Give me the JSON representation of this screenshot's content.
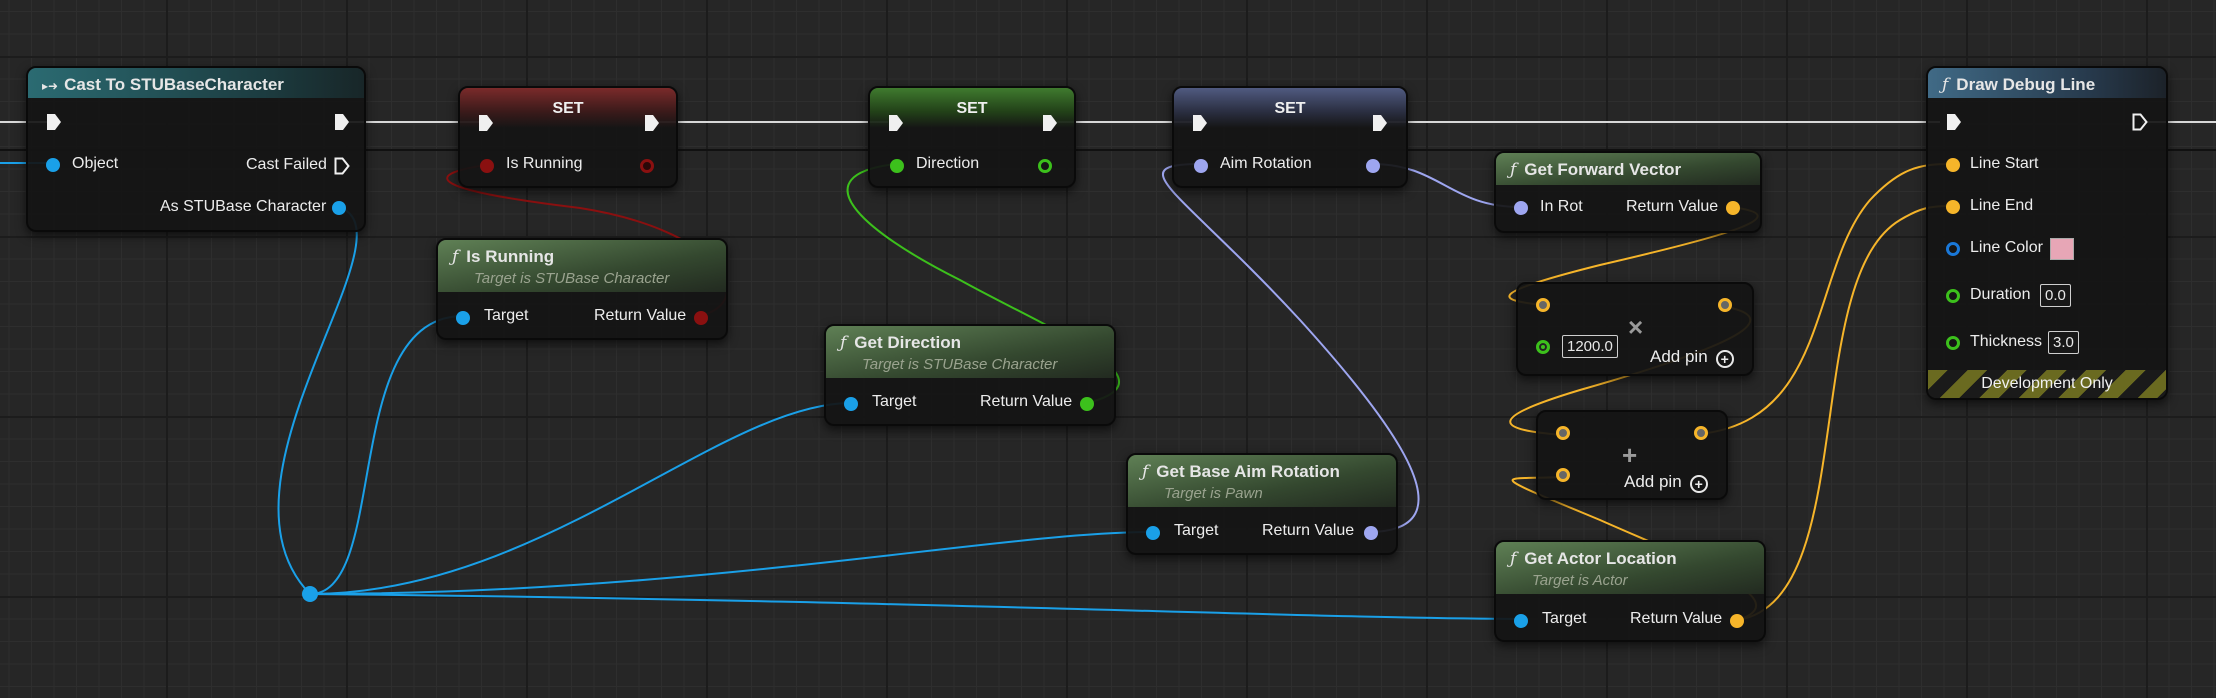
{
  "nodes": {
    "cast": {
      "title": "Cast To STUBaseCharacter",
      "pin_object": "Object",
      "pin_cast_failed": "Cast Failed",
      "pin_as": "As STUBase Character"
    },
    "set_running": {
      "title": "SET",
      "pin": "Is Running"
    },
    "set_direction": {
      "title": "SET",
      "pin": "Direction"
    },
    "set_aim": {
      "title": "SET",
      "pin": "Aim Rotation"
    },
    "is_running": {
      "title": "Is Running",
      "subtitle": "Target is STUBase Character",
      "pin_target": "Target",
      "pin_return": "Return Value"
    },
    "get_direction": {
      "title": "Get Direction",
      "subtitle": "Target is STUBase Character",
      "pin_target": "Target",
      "pin_return": "Return Value"
    },
    "get_aim": {
      "title": "Get Base Aim Rotation",
      "subtitle": "Target is Pawn",
      "pin_target": "Target",
      "pin_return": "Return Value"
    },
    "forward": {
      "title": "Get Forward Vector",
      "pin_in": "In Rot",
      "pin_return": "Return Value"
    },
    "multiply": {
      "op": "×",
      "value": "1200.0",
      "add_pin": "Add pin"
    },
    "add": {
      "op": "+",
      "add_pin": "Add pin"
    },
    "actor_loc": {
      "title": "Get Actor Location",
      "subtitle": "Target is Actor",
      "pin_target": "Target",
      "pin_return": "Return Value"
    },
    "draw": {
      "title": "Draw Debug Line",
      "pin_start": "Line Start",
      "pin_end": "Line End",
      "pin_color": "Line Color",
      "pin_duration": "Duration",
      "duration_value": "0.0",
      "pin_thickness": "Thickness",
      "thickness_value": "3.0",
      "footer": "Development Only"
    }
  },
  "colors": {
    "exec_wire": "#d8d8d8",
    "object_pin": "#1aa0e8",
    "bool_pin": "#8a1010",
    "float_pin": "#3cc01c",
    "rotator_pin": "#9ea6f0",
    "vector_pin": "#f6b52a",
    "line_color_value": "#e7a6b6"
  }
}
